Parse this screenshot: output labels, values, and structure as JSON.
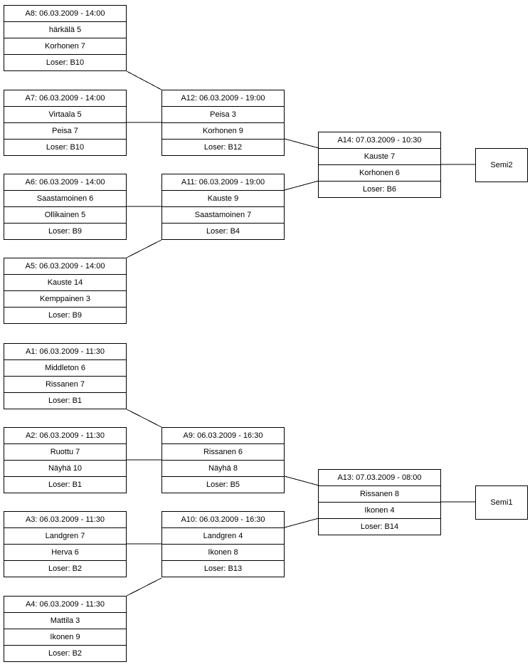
{
  "colors": {
    "background": "#ffffff",
    "box_border": "#000000",
    "line": "#000000",
    "text": "#000000"
  },
  "matches": {
    "a8": {
      "header": "A8: 06.03.2009 - 14:00",
      "player1": "härkälä 5",
      "player2": "Korhonen 7",
      "loser_note": "Loser: B10"
    },
    "a7": {
      "header": "A7: 06.03.2009 - 14:00",
      "player1": "Virtaala 5",
      "player2": "Peisa 7",
      "loser_note": "Loser: B10"
    },
    "a12": {
      "header": "A12: 06.03.2009 - 19:00",
      "player1": "Peisa 3",
      "player2": "Korhonen 9",
      "loser_note": "Loser: B12"
    },
    "a14": {
      "header": "A14: 07.03.2009 - 10:30",
      "player1": "Kauste 7",
      "player2": "Korhonen 6",
      "loser_note": "Loser: B6"
    },
    "a6": {
      "header": "A6: 06.03.2009 - 14:00",
      "player1": "Saastamoinen 6",
      "player2": "Ollikainen 5",
      "loser_note": "Loser: B9"
    },
    "a11": {
      "header": "A11: 06.03.2009 - 19:00",
      "player1": "Kauste 9",
      "player2": "Saastamoinen 7",
      "loser_note": "Loser: B4"
    },
    "a5": {
      "header": "A5: 06.03.2009 - 14:00",
      "player1": "Kauste 14",
      "player2": "Kemppainen 3",
      "loser_note": "Loser: B9"
    },
    "a1": {
      "header": "A1: 06.03.2009 - 11:30",
      "player1": "Middleton 6",
      "player2": "Rissanen 7",
      "loser_note": "Loser: B1"
    },
    "a2": {
      "header": "A2: 06.03.2009 - 11:30",
      "player1": "Ruottu 7",
      "player2": "Näyhä 10",
      "loser_note": "Loser: B1"
    },
    "a9": {
      "header": "A9: 06.03.2009 - 16:30",
      "player1": "Rissanen 6",
      "player2": "Näyhä 8",
      "loser_note": "Loser: B5"
    },
    "a13": {
      "header": "A13: 07.03.2009 - 08:00",
      "player1": "Rissanen 8",
      "player2": "Ikonen 4",
      "loser_note": "Loser: B14"
    },
    "a3": {
      "header": "A3: 06.03.2009 - 11:30",
      "player1": "Landgren 7",
      "player2": "Herva 6",
      "loser_note": "Loser: B2"
    },
    "a10": {
      "header": "A10: 06.03.2009 - 16:30",
      "player1": "Landgren 4",
      "player2": "Ikonen 8",
      "loser_note": "Loser: B13"
    },
    "a4": {
      "header": "A4: 06.03.2009 - 11:30",
      "player1": "Mattila 3",
      "player2": "Ikonen 9",
      "loser_note": "Loser: B2"
    }
  },
  "semifinals": {
    "semi2": "Semi2",
    "semi1": "Semi1"
  }
}
